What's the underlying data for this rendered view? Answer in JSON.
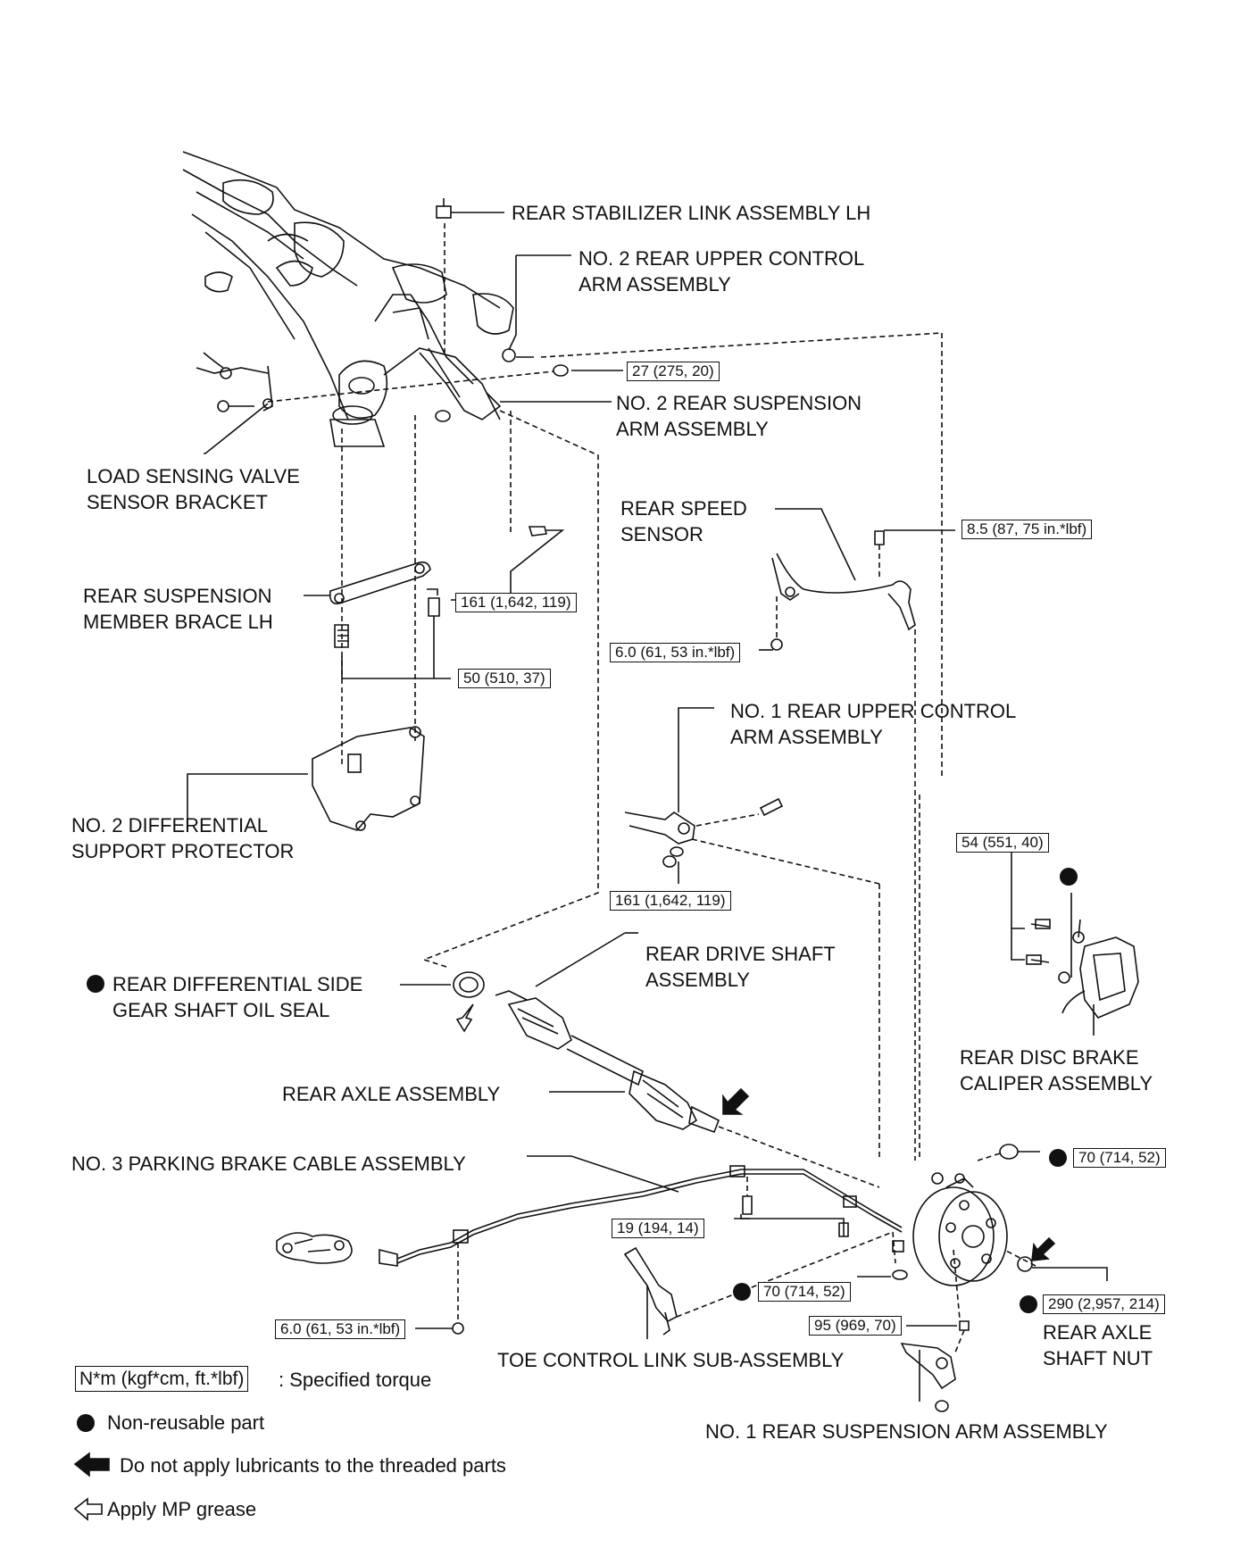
{
  "labels": {
    "rear_stabilizer_link": "REAR STABILIZER LINK ASSEMBLY LH",
    "no2_upper_control_arm": [
      "NO. 2 REAR UPPER CONTROL",
      "ARM ASSEMBLY"
    ],
    "no2_suspension_arm": [
      "NO. 2 REAR SUSPENSION",
      "ARM ASSEMBLY"
    ],
    "load_sensing_bracket": [
      "LOAD SENSING VALVE",
      "SENSOR BRACKET"
    ],
    "rear_speed_sensor": [
      "REAR SPEED",
      "SENSOR"
    ],
    "member_brace": [
      "REAR SUSPENSION",
      "MEMBER BRACE LH"
    ],
    "no1_upper_control_arm": [
      "NO. 1 REAR UPPER CONTROL",
      "ARM ASSEMBLY"
    ],
    "differential_protector": [
      "NO. 2 DIFFERENTIAL",
      "SUPPORT PROTECTOR"
    ],
    "oil_seal": [
      "REAR DIFFERENTIAL SIDE",
      "GEAR SHAFT OIL SEAL"
    ],
    "drive_shaft": [
      "REAR DRIVE SHAFT",
      "ASSEMBLY"
    ],
    "disc_brake_caliper": [
      "REAR DISC BRAKE",
      "CALIPER ASSEMBLY"
    ],
    "rear_axle": "REAR AXLE ASSEMBLY",
    "parking_brake_cable": "NO. 3 PARKING BRAKE CABLE ASSEMBLY",
    "toe_control_link": "TOE CONTROL LINK SUB-ASSEMBLY",
    "axle_shaft_nut": [
      "REAR AXLE",
      "SHAFT NUT"
    ],
    "no1_suspension_arm": "NO. 1 REAR SUSPENSION ARM ASSEMBLY"
  },
  "torques": {
    "t27": "27 (275, 20)",
    "t8_5": "8.5 (87, 75 in.*lbf)",
    "t161_a": "161 (1,642, 119)",
    "t6_0_a": "6.0 (61, 53 in.*lbf)",
    "t50": "50 (510, 37)",
    "t54": "54 (551, 40)",
    "t161_b": "161 (1,642, 119)",
    "t70_a": "70 (714, 52)",
    "t19": "19 (194, 14)",
    "t70_b": "70 (714, 52)",
    "t290": "290 (2,957, 214)",
    "t95": "95 (969, 70)",
    "t6_0_b": "6.0 (61, 53 in.*lbf)"
  },
  "legend": {
    "torque_key": "N*m (kgf*cm, ft.*lbf)",
    "torque_desc": ": Specified torque",
    "non_reusable": "Non-reusable part",
    "no_lubricant": "Do not apply lubricants to the threaded parts",
    "mp_grease": "Apply MP grease"
  }
}
